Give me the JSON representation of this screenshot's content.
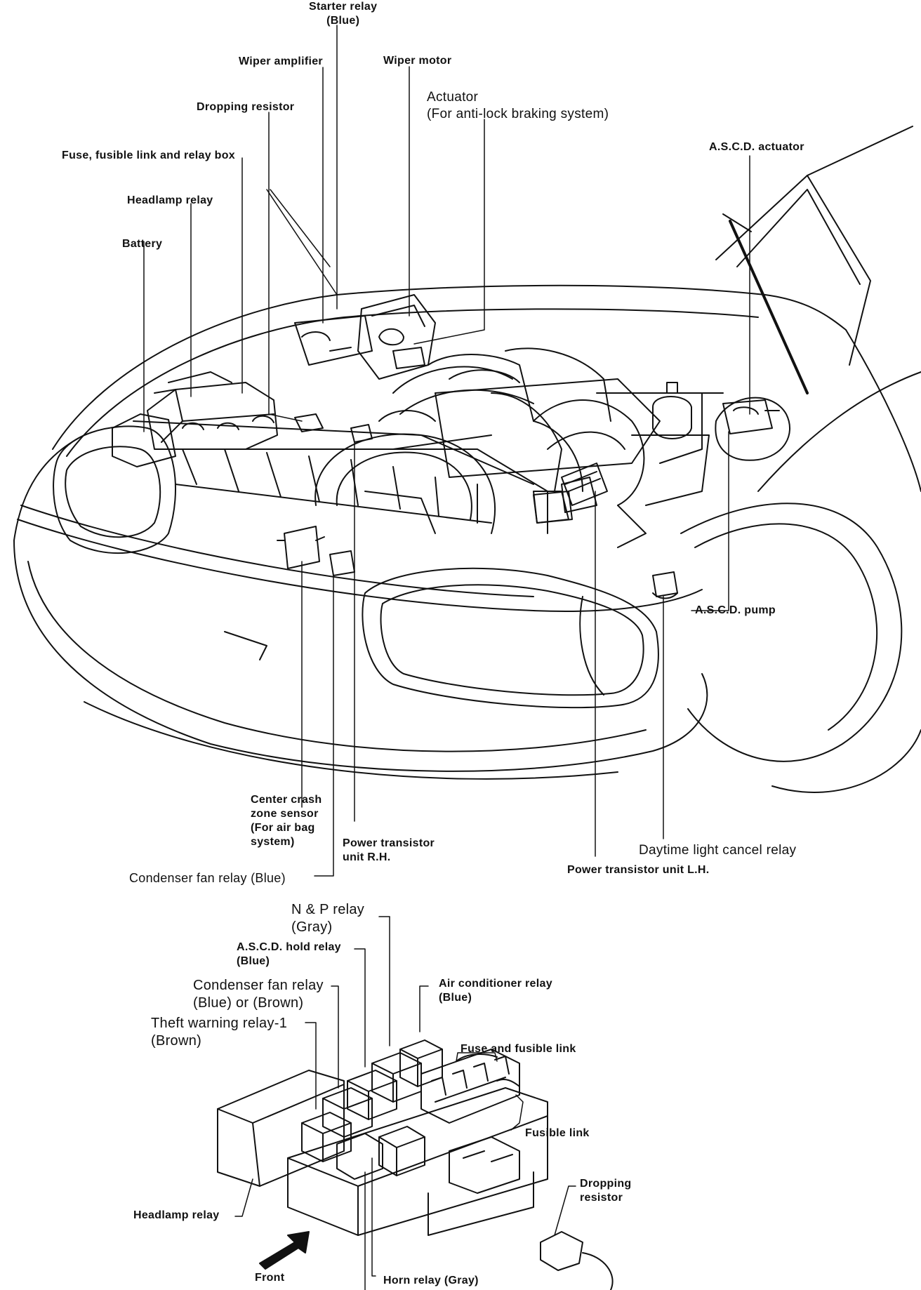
{
  "engine_bay_labels": {
    "starter_relay": [
      "Starter relay",
      "(Blue)"
    ],
    "wiper_amplifier": "Wiper amplifier",
    "wiper_motor": "Wiper motor",
    "actuator": [
      "Actuator",
      "(For anti-lock braking system)"
    ],
    "dropping_resistor": "Dropping resistor",
    "fuse_box": "Fuse, fusible link and relay box",
    "headlamp_relay": "Headlamp relay",
    "battery": "Battery",
    "ascd_actuator": "A.S.C.D. actuator",
    "ascd_pump": "A.S.C.D. pump",
    "center_crash_sensor": [
      "Center crash",
      "zone sensor",
      "(For air bag",
      "system)"
    ],
    "power_transistor_rh": [
      "Power transistor",
      "unit R.H."
    ],
    "condenser_fan_relay": "Condenser fan relay (Blue)",
    "daytime_light_cancel_relay": "Daytime light cancel relay",
    "power_transistor_lh": "Power transistor unit L.H."
  },
  "relay_box_labels": {
    "np_relay": [
      "N & P relay",
      "(Gray)"
    ],
    "ascd_hold_relay": [
      "A.S.C.D. hold relay",
      "(Blue)"
    ],
    "condenser_fan_relay": [
      "Condenser fan relay",
      "(Blue) or (Brown)"
    ],
    "theft_warning_relay": [
      "Theft warning relay-1",
      "(Brown)"
    ],
    "air_conditioner_relay": [
      "Air conditioner relay",
      "(Blue)"
    ],
    "fuse_and_fusible_link": "Fuse and fusible link",
    "fusible_link": "Fusible link",
    "dropping_resistor": [
      "Dropping",
      "resistor"
    ],
    "headlamp_relay": "Headlamp relay",
    "front": "Front",
    "horn_relay": "Horn relay (Gray)"
  }
}
